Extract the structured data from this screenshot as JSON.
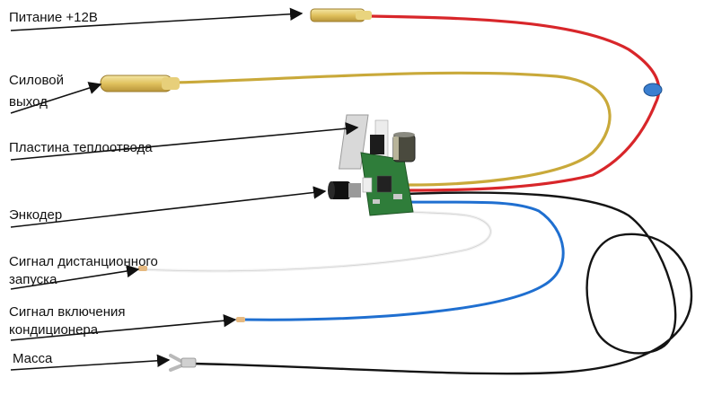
{
  "labels": {
    "power": "Питание +12В",
    "output_line1": "Силовой",
    "output_line2": "выход",
    "heatsink": "Пластина теплоотвода",
    "encoder": "Энкодер",
    "remote_line1": "Сигнал дистанционного",
    "remote_line2": "запуска",
    "ac_line1": "Сигнал включения",
    "ac_line2": "кондиционера",
    "ground": "Масса"
  },
  "wire_colors": {
    "power": "#d8262a",
    "output": "#c9a93a",
    "remote": "#f2f2f2",
    "ac": "#1f6fd0",
    "ground": "#141414"
  }
}
